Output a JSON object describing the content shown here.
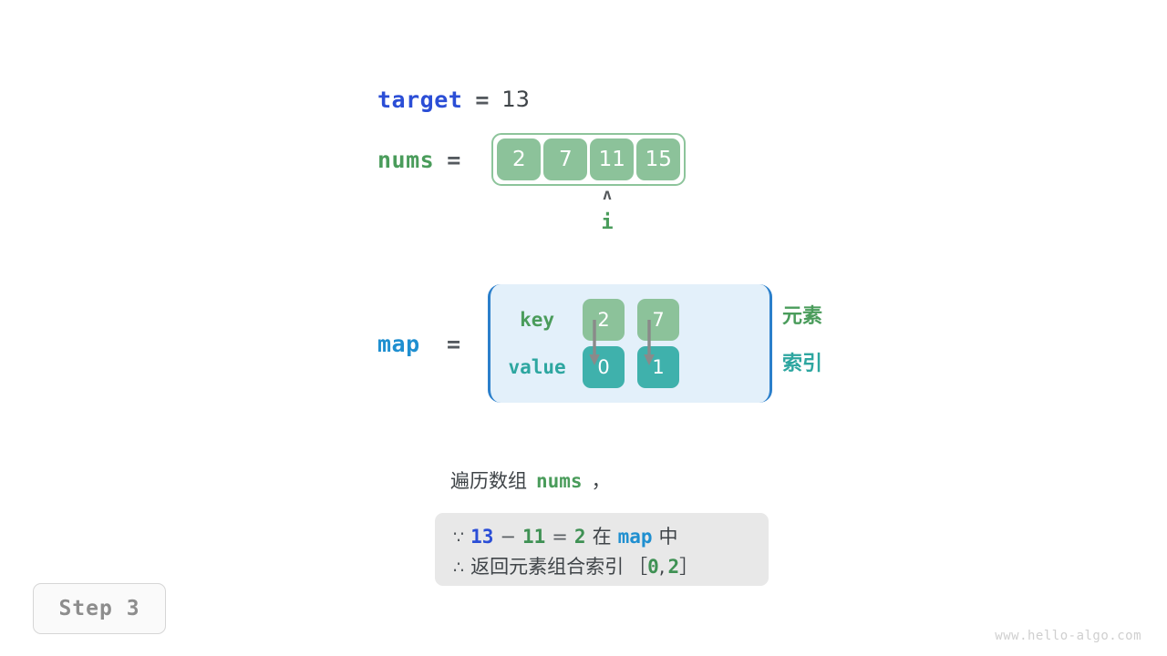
{
  "target": {
    "name": "target",
    "eq": "=",
    "value": "13"
  },
  "nums": {
    "name": "nums",
    "eq": "=",
    "cells": [
      "2",
      "7",
      "11",
      "15"
    ]
  },
  "pointer": {
    "caret": "ʌ",
    "label": "i",
    "points_at_index": 2
  },
  "map": {
    "name": "map",
    "eq": "=",
    "row_labels": {
      "key": "key",
      "value": "value"
    },
    "keys": [
      "2",
      "7"
    ],
    "values": [
      "0",
      "1"
    ],
    "side_labels": {
      "elements": "元素",
      "indices": "索引"
    }
  },
  "caption": {
    "text": "遍历数组",
    "code": "nums",
    "comma": "，"
  },
  "statement": {
    "line1": {
      "symbol": "∵",
      "a": "13",
      "minus": "−",
      "b": "11",
      "equals": "=",
      "result": "2",
      "in": "在",
      "map": "map",
      "tail": "中"
    },
    "line2": {
      "symbol": "∴",
      "text": "返回元素组合索引",
      "open": "［",
      "idx1": "0",
      "sep": ",",
      "idx2": "2",
      "close": "］"
    }
  },
  "step_badge": {
    "label": "Step 3"
  },
  "watermark": {
    "text": "www.hello-algo.com"
  },
  "colors": {
    "green": "#4a9c5b",
    "green_fill": "#8cc29a",
    "teal": "#2da6a0",
    "teal_fill": "#3fb1ac",
    "blue": "#2b4ed6",
    "light_blue": "#1f8fd0",
    "map_box_fill": "#e3f0fa",
    "map_box_border": "#2b7fcb",
    "statement_bg": "#e8e8e8",
    "gray_text": "#3f4448"
  }
}
